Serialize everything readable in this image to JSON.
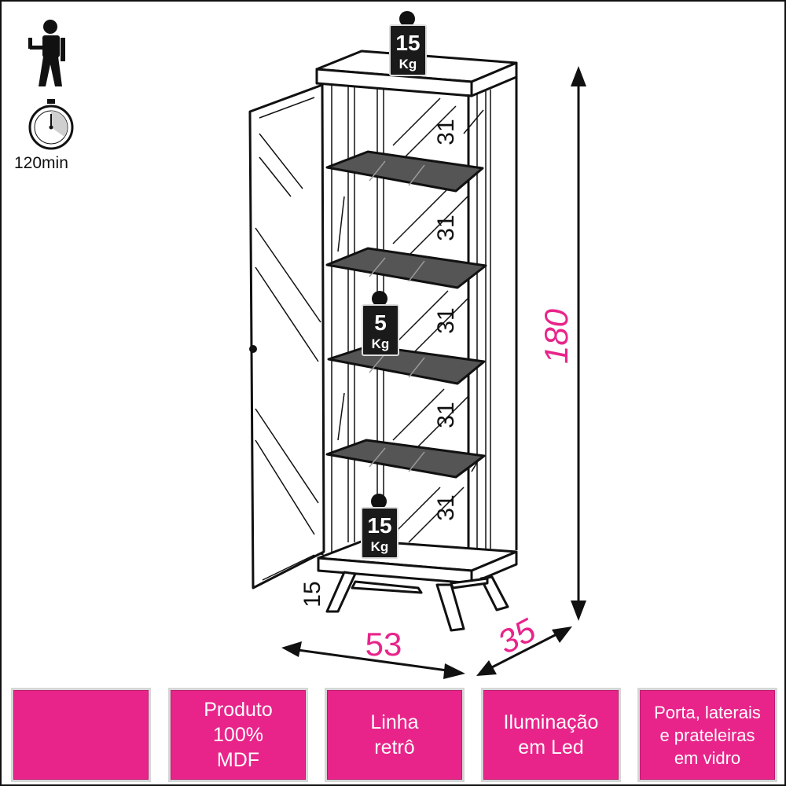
{
  "assembly": {
    "time_label": "120min",
    "installer_icon": "person-icon",
    "timer_icon": "stopwatch-icon"
  },
  "weights": [
    {
      "value": "15",
      "unit": "Kg"
    },
    {
      "value": "5",
      "unit": "Kg"
    },
    {
      "value": "15",
      "unit": "Kg"
    }
  ],
  "dimensions": {
    "height": "180",
    "width": "53",
    "depth": "35",
    "leg_height": "15",
    "shelf_spacing": [
      "31",
      "31",
      "31",
      "31",
      "31"
    ]
  },
  "features": [
    {
      "lines": []
    },
    {
      "lines": [
        "Produto",
        "100%",
        "MDF"
      ]
    },
    {
      "lines": [
        "Linha",
        "retrô"
      ]
    },
    {
      "lines": [
        "Iluminação",
        "em Led"
      ]
    },
    {
      "lines": [
        "Porta, laterais",
        "e prateleiras",
        "em vidro"
      ]
    }
  ],
  "colors": {
    "accent": "#e8248a",
    "outline": "#111111",
    "shelf": "#555555",
    "weight_badge": "#1a1a1a"
  }
}
